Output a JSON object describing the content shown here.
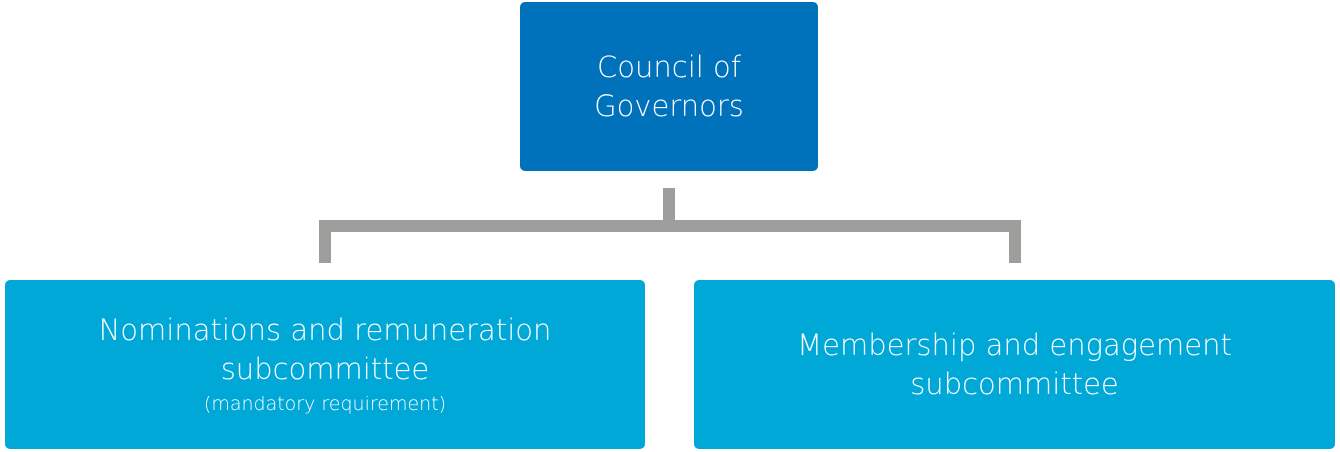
{
  "diagram": {
    "root": {
      "line1": "Council of",
      "line2": "Governors"
    },
    "children": [
      {
        "line1": "Nominations and remuneration",
        "line2": "subcommittee",
        "note": "(mandatory requirement)"
      },
      {
        "line1": "Membership and engagement",
        "line2": "subcommittee"
      }
    ],
    "colors": {
      "root": "#0071bb",
      "child": "#00a8d8",
      "connector": "#9e9e9d"
    }
  }
}
